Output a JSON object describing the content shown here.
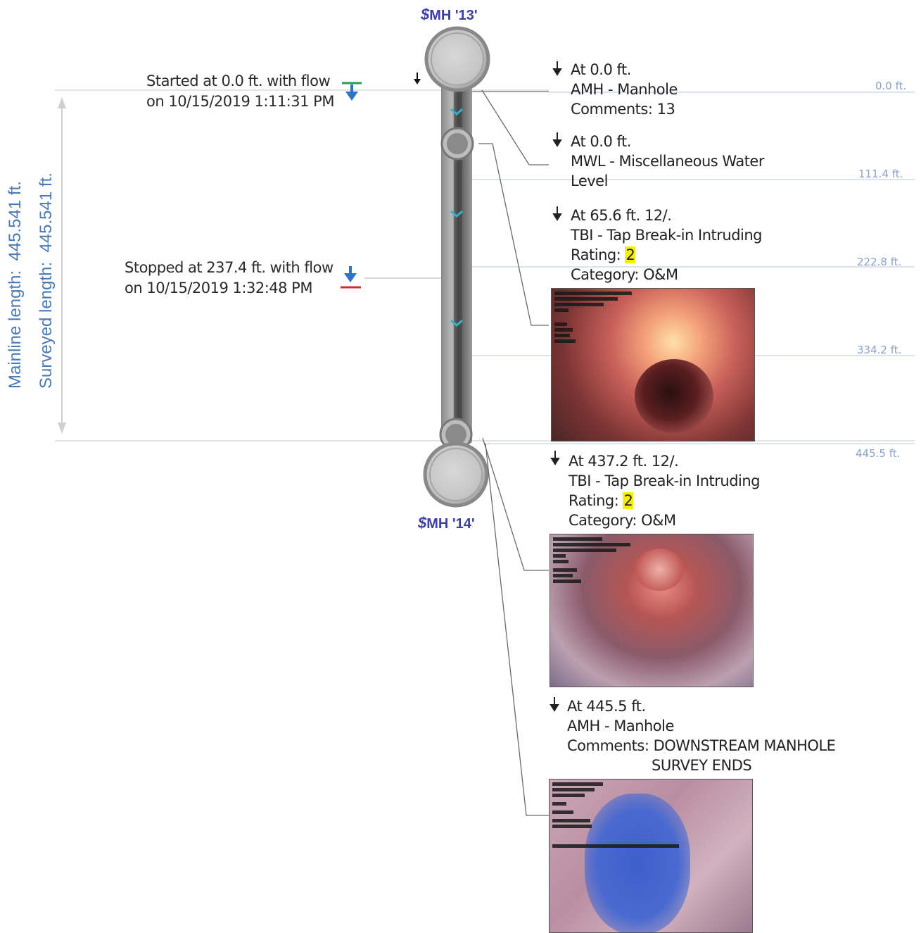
{
  "manholes": {
    "upstream": "MH '13'",
    "downstream": "MH '14'"
  },
  "lengths": {
    "mainline_label": "Mainline length:",
    "mainline_value": "445.541 ft.",
    "surveyed_label": "Surveyed length:",
    "surveyed_value": "445.541 ft."
  },
  "survey": {
    "started_line1": "Started at 0.0 ft. with flow",
    "started_line2": "on 10/15/2019 1:11:31 PM",
    "stopped_line1": "Stopped at 237.4 ft. with flow",
    "stopped_line2": "on 10/15/2019 1:32:48 PM"
  },
  "distance_marks": [
    "0.0 ft.",
    "111.4 ft.",
    "222.8 ft.",
    "334.2 ft.",
    "445.5 ft."
  ],
  "observations": [
    {
      "at": "At 0.0 ft.",
      "code": "AMH - Manhole",
      "extra": "Comments: 13"
    },
    {
      "at": "At 0.0 ft.",
      "code": "MWL - Miscellaneous Water",
      "extra": "Level"
    },
    {
      "at": "At 65.6 ft. 12/.",
      "code": "TBI - Tap Break-in Intruding",
      "rating_label": "Rating:",
      "rating": "2",
      "category": "Category: O&M"
    },
    {
      "at": "At 437.2 ft. 12/.",
      "code": "TBI - Tap Break-in Intruding",
      "rating_label": "Rating:",
      "rating": "2",
      "category": "Category: O&M"
    },
    {
      "at": "At 445.5 ft.",
      "code": "AMH - Manhole",
      "extra": "Comments: DOWNSTREAM MANHOLE",
      "extra2": "SURVEY ENDS"
    }
  ],
  "colors": {
    "manhole_label": "#3d3fa0",
    "length_label": "#4a7ab4",
    "rating_highlight": "#f4f000",
    "distance_mark": "#8aa2c8"
  }
}
